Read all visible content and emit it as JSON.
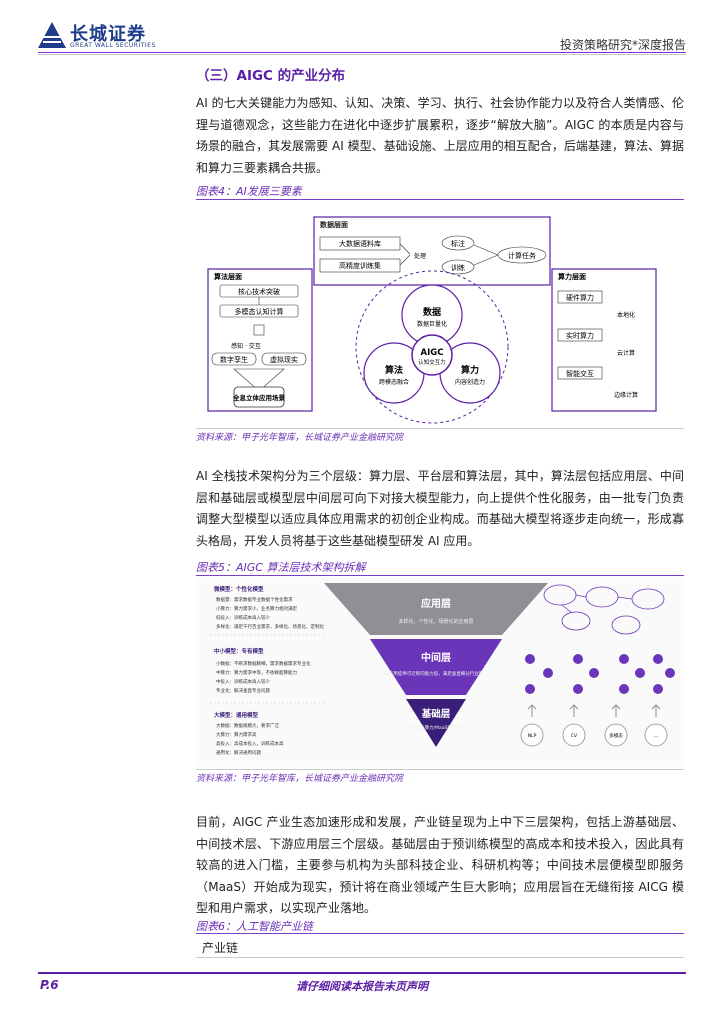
{
  "header": {
    "logo_cn": "长城证券",
    "logo_en": "GREAT WALL SECURITIES",
    "report_type": "投资策略研究*深度报告"
  },
  "section": {
    "title": "（三）AIGC 的产业分布"
  },
  "paragraphs": [
    "AI 的七大关键能力为感知、认知、决策、学习、执行、社会协作能力以及符合人类情感、伦理与道德观念，这些能力在进化中逐步扩展累积，逐步“解放大脑”。AIGC 的本质是内容与场景的融合，其发展需要 AI 模型、基础设施、上层应用的相互配合，后端基建，算法、算据和算力三要素耦合共振。",
    "AI 全栈技术架构分为三个层级：算力层、平台层和算法层，其中，算法层包括应用层、中间层和基础层或模型层中间层可向下对接大模型能力，向上提供个性化服务，由一批专门负责调整大型模型以适应具体应用需求的初创企业构成。而基础大模型将逐步走向统一，形成寡头格局，开发人员将基于这些基础模型研发 AI 应用。",
    "目前，AIGC 产业生态加速形成和发展，产业链呈现为上中下三层架构，包括上游基础层、中间技术层、下游应用层三个层级。基础层由于预训练模型的高成本和技术投入，因此具有较高的进入门槛，主要参与机构为头部科技企业、科研机构等；中间技术层便模型即服务（MaaS）开始成为现实，预计将在商业领域产生巨大影响；应用层旨在无缝衔接 AICG 模型和用户需求，以实现产业落地。"
  ],
  "figure4": {
    "caption": "图表4：AI发展三要素",
    "source": "资料来源：甲子光年智库，长城证券产业金融研究院",
    "data_layer": {
      "title": "数据层面",
      "items": [
        "大数据语料库",
        "高精度训练集"
      ],
      "middle": "处理",
      "labels": [
        "标注",
        "训练"
      ],
      "task": "计算任务"
    },
    "algo_layer": {
      "title": "算法层面",
      "items": [
        "核心技术突破",
        "多模态认知计算",
        "感知 · 交互",
        "数字孪生",
        "虚拟现实",
        "全息立体应用场景"
      ]
    },
    "compute_layer": {
      "title": "算力层面",
      "items": [
        "硬件算力",
        "实时算力",
        "智能交互"
      ],
      "side": [
        "本地化",
        "云计算",
        "边缘计算"
      ]
    },
    "center": {
      "core": "AIGC",
      "core_sub": "认知交互力",
      "data": "数据",
      "data_sub": "数据巨量化",
      "algo": "算法",
      "algo_sub": "跨模态融合",
      "compute": "算力",
      "compute_sub": "内容创造力"
    }
  },
  "figure5": {
    "caption": "图表5：AIGC 算法层技术架构拆解",
    "source": "资料来源：甲子光年智库，长城证券产业金融研究院",
    "layers": [
      "应用层",
      "中间层",
      "基础层"
    ],
    "layer_subs": [
      "多样化、个性化、场景化的应用层",
      "向应用提供可迁移的能力层，满足垂直细分行业需求",
      "大模型与算力/MaaS服务模式"
    ],
    "left_titles": [
      "微模型：个性化模型",
      "中小模型：专有模型",
      "大模型：通用模型"
    ],
    "left_items": [
      [
        "数据量：需求数据专业数据个性化需求",
        "小算力：算力需求小，业务算力相对满足",
        "低投入：训练成本再入较少",
        "多样化：满足千行百业需求，多样化、场景化、定制化"
      ],
      [
        "小数据：不断求数据精细，需求数据需求专业化",
        "中算力：算力需求中等，不依赖超算能力",
        "中投入：训练成本再入较少",
        "专业化：解决垂直专业问题"
      ],
      [
        "大数据：数据规模大，要求广泛",
        "大算力：算力需求高",
        "高投入：高成本投入，训练成本高",
        "通用化：解决通用问题"
      ]
    ],
    "right_bottom": [
      "NLP",
      "CV",
      "多模态",
      "…"
    ]
  },
  "figure6": {
    "caption": "图表6：人工智能产业链",
    "header_cell": "产业链"
  },
  "footer": {
    "page": "P.6",
    "disclaimer": "请仔细阅读本报告末页声明"
  },
  "colors": {
    "brand_blue": "#1f3b8c",
    "accent_purple": "#5a1fa3",
    "light_purple": "#8a5fd4"
  }
}
